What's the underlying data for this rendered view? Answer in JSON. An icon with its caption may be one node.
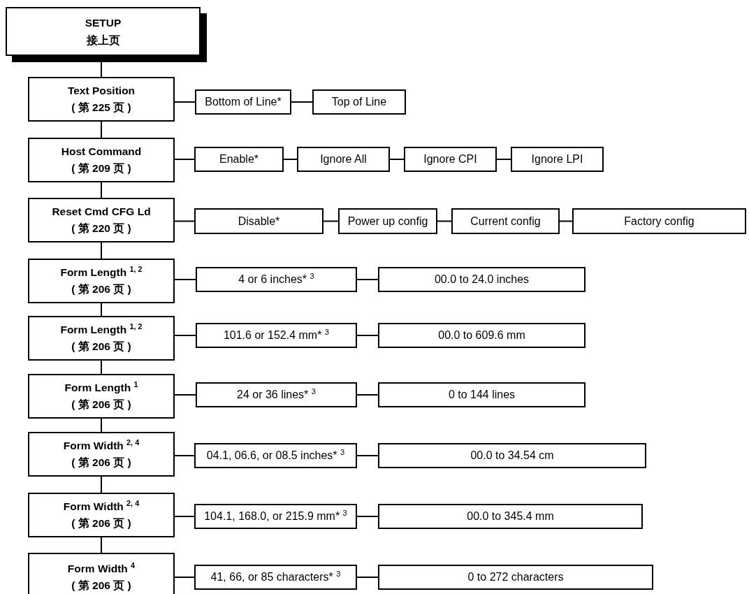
{
  "diagram": {
    "nodes": [
      {
        "text": [
          "SETUP",
          "接上页"
        ]
      },
      {
        "text": [
          "Text Position",
          "( 第 225 页 )"
        ]
      },
      {
        "text": [
          "Bottom of Line*"
        ]
      },
      {
        "text": [
          "Top of Line"
        ]
      },
      {
        "text": [
          "Host Command",
          "( 第 209 页 )"
        ]
      },
      {
        "text": [
          "Enable*"
        ]
      },
      {
        "text": [
          "Ignore All"
        ]
      },
      {
        "text": [
          "Ignore CPI"
        ]
      },
      {
        "text": [
          "Ignore LPI"
        ]
      },
      {
        "text": [
          "Reset Cmd CFG Ld",
          "( 第 220 页 )"
        ]
      },
      {
        "text": [
          "Disable*"
        ]
      },
      {
        "text": [
          "Power up config"
        ]
      },
      {
        "text": [
          "Current config"
        ]
      },
      {
        "text": [
          "Factory config"
        ]
      },
      {
        "text": [
          "Form Length $^{1, 2}$",
          "( 第 206 页 )"
        ]
      },
      {
        "text": [
          "4 or 6 inches* $^{3}$"
        ]
      },
      {
        "text": [
          "00.0 to 24.0 inches"
        ]
      },
      {
        "text": [
          "Form Length $^{1, 2}$",
          "( 第 206 页 )"
        ]
      },
      {
        "text": [
          "101.6 or 152.4 mm* $^{3}$"
        ]
      },
      {
        "text": [
          "00.0 to 609.6 mm"
        ]
      },
      {
        "text": [
          "Form Length $^{1}$",
          "( 第 206 页 )"
        ]
      },
      {
        "text": [
          "24 or 36 lines* $^{3}$"
        ]
      },
      {
        "text": [
          "0 to 144 lines"
        ]
      },
      {
        "text": [
          "Form Width $^{2, 4}$",
          "( 第 206 页 )"
        ]
      },
      {
        "text": [
          "04.1, 06.6, or 08.5 inches* $^{3}$"
        ]
      },
      {
        "text": [
          "00.0 to 34.54 cm"
        ]
      },
      {
        "text": [
          "Form Width $^{2, 4}$",
          "( 第 206 页 )"
        ]
      },
      {
        "text": [
          "104.1, 168.0, or 215.9 mm* $^{3}$"
        ]
      },
      {
        "text": [
          "00.0 to 345.4 mm"
        ]
      },
      {
        "text": [
          "Form Width $^{4}$",
          "( 第 206 页 )"
        ]
      },
      {
        "text": [
          "41, 66, or 85 characters* $^{3}$"
        ]
      },
      {
        "text": [
          "0 to 272 characters"
        ]
      }
    ],
    "edges": [
      {
        "from": 0,
        "to": 1,
        "arrow": "none"
      },
      {
        "from": 1,
        "to": 2,
        "arrow": "none"
      },
      {
        "from": 2,
        "to": 3,
        "arrow": "none"
      },
      {
        "from": 1,
        "to": 4,
        "arrow": "none"
      },
      {
        "from": 4,
        "to": 5,
        "arrow": "none"
      },
      {
        "from": 5,
        "to": 6,
        "arrow": "none"
      },
      {
        "from": 6,
        "to": 7,
        "arrow": "none"
      },
      {
        "from": 7,
        "to": 8,
        "arrow": "none"
      },
      {
        "from": 4,
        "to": 9,
        "arrow": "none"
      },
      {
        "from": 9,
        "to": 10,
        "arrow": "none"
      },
      {
        "from": 10,
        "to": 11,
        "arrow": "none"
      },
      {
        "from": 11,
        "to": 12,
        "arrow": "none"
      },
      {
        "from": 12,
        "to": 13,
        "arrow": "none"
      },
      {
        "from": 9,
        "to": 14,
        "arrow": "none"
      },
      {
        "from": 14,
        "to": 15,
        "arrow": "none"
      },
      {
        "from": 15,
        "to": 16,
        "arrow": "none"
      },
      {
        "from": 14,
        "to": 17,
        "arrow": "none"
      },
      {
        "from": 17,
        "to": 18,
        "arrow": "none"
      },
      {
        "from": 18,
        "to": 19,
        "arrow": "none"
      },
      {
        "from": 17,
        "to": 20,
        "arrow": "none"
      },
      {
        "from": 20,
        "to": 21,
        "arrow": "none"
      },
      {
        "from": 21,
        "to": 22,
        "arrow": "none"
      },
      {
        "from": 20,
        "to": 23,
        "arrow": "none"
      },
      {
        "from": 23,
        "to": 24,
        "arrow": "none"
      },
      {
        "from": 24,
        "to": 25,
        "arrow": "none"
      },
      {
        "from": 23,
        "to": 26,
        "arrow": "none"
      },
      {
        "from": 26,
        "to": 27,
        "arrow": "none"
      },
      {
        "from": 27,
        "to": 28,
        "arrow": "none"
      },
      {
        "from": 26,
        "to": 29,
        "arrow": "none"
      },
      {
        "from": 29,
        "to": 30,
        "arrow": "none"
      },
      {
        "from": 30,
        "to": 31,
        "arrow": "none"
      }
    ]
  }
}
